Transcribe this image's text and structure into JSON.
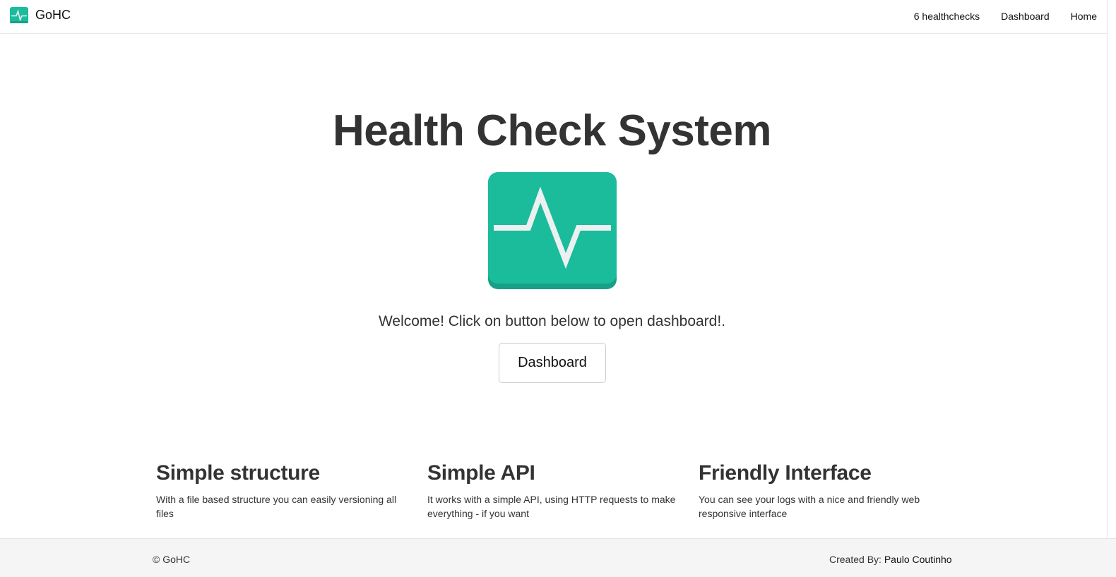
{
  "navbar": {
    "brand_icon": "heartbeat-icon",
    "brand_name": "GoHC",
    "links": [
      {
        "label": "6 healthchecks"
      },
      {
        "label": "Dashboard"
      },
      {
        "label": "Home"
      }
    ]
  },
  "hero": {
    "title": "Health Check System",
    "logo_icon": "heartbeat-icon",
    "welcome": "Welcome! Click on button below to open dashboard!.",
    "button_label": "Dashboard"
  },
  "features": [
    {
      "title": "Simple structure",
      "description": "With a file based structure you can easily versioning all files"
    },
    {
      "title": "Simple API",
      "description": "It works with a simple API, using HTTP requests to make everything - if you want"
    },
    {
      "title": "Friendly Interface",
      "description": "You can see your logs with a nice and friendly web responsive interface"
    }
  ],
  "footer": {
    "copyright": "© GoHC",
    "credit_prefix": "Created By: ",
    "credit_name": "Paulo Coutinho"
  },
  "colors": {
    "brand_green": "#1abc9c",
    "brand_green_dark": "#16a085",
    "pulse_line": "#ecf0f1"
  }
}
